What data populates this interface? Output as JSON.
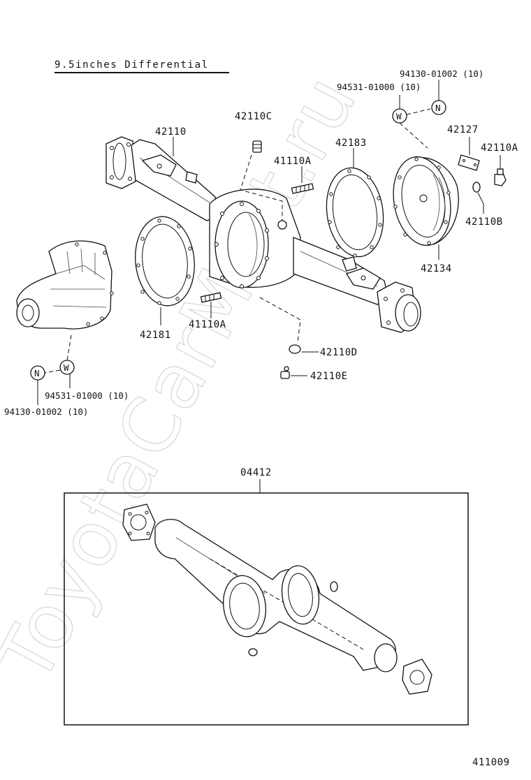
{
  "diagram": {
    "title": "9.5inches Differential",
    "watermark": "ToyotaCarMart.ru",
    "figure_number": "411009",
    "part_labels": {
      "p42110": "42110",
      "p42110C": "42110C",
      "p41110A_top": "41110A",
      "p42183": "42183",
      "p42127": "42127",
      "p42110A": "42110A",
      "p42110B": "42110B",
      "p42134": "42134",
      "p42181": "42181",
      "p41110A_bottom": "41110A",
      "p42110D": "42110D",
      "p42110E": "42110E",
      "p04412": "04412"
    },
    "callouts": {
      "top_n_part": "94130-01002 (10)",
      "top_w_part": "94531-01000 (10)",
      "left_w_part": "94531-01000 (10)",
      "left_n_part": "94130-01002 (10)"
    },
    "markers": {
      "n": "N",
      "w": "W"
    }
  }
}
